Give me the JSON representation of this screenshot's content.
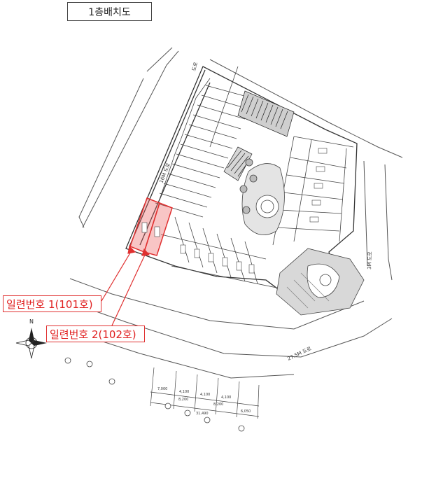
{
  "title": "1층배치도",
  "callouts": [
    {
      "text": "일련번호 1(101호)"
    },
    {
      "text": "일련번호 2(102호)"
    }
  ],
  "plan_labels": {
    "road_left": "16M 도로",
    "road_right": "3M 도로",
    "road_bottom": "27.5M 도로",
    "top_road": "도로"
  },
  "dimension_labels": [
    "7,000",
    "4,100",
    "4,100",
    "4,100",
    "8,200",
    "8,200",
    "31,490",
    "6,050"
  ],
  "colors": {
    "highlight": "#e03030",
    "line": "#333333"
  },
  "icons": [
    "north-arrow-icon",
    "survey-marker-icon"
  ]
}
